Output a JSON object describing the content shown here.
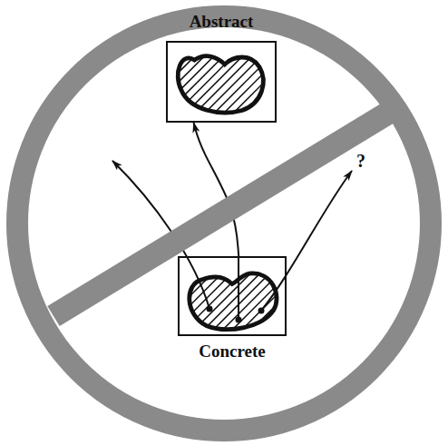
{
  "diagram": {
    "nodes": [
      {
        "text": [
          "Abstract"
        ]
      },
      {
        "text": [
          "Concrete"
        ]
      }
    ],
    "edges": [
      {
        "from": 1,
        "to": 0,
        "arrow": "to"
      }
    ],
    "labels": [
      "?"
    ]
  }
}
